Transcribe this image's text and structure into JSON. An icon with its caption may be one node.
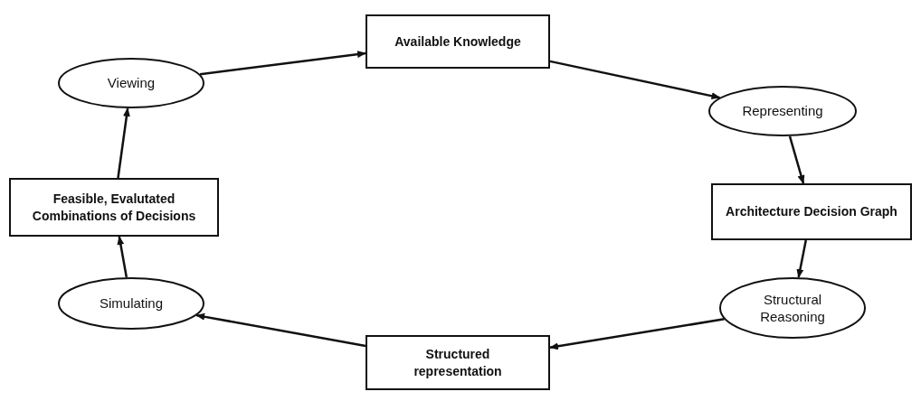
{
  "diagram": {
    "nodes": [
      {
        "text": [
          "Available Knowledge"
        ]
      },
      {
        "text": [
          "Representing"
        ]
      },
      {
        "text": [
          "Architecture Decision Graph"
        ]
      },
      {
        "text": [
          "Structural Reasoning"
        ]
      },
      {
        "text": [
          "Structured representation"
        ]
      },
      {
        "text": [
          "Simulating"
        ]
      },
      {
        "text": [
          "Feasible, Evalutated Combinations of Decisions"
        ]
      },
      {
        "text": [
          "Viewing"
        ]
      }
    ],
    "edges": [
      {
        "from": 7,
        "to": 0,
        "arrow": "to"
      },
      {
        "from": 0,
        "to": 1,
        "arrow": "to"
      },
      {
        "from": 1,
        "to": 2,
        "arrow": "to"
      },
      {
        "from": 2,
        "to": 3,
        "arrow": "to"
      },
      {
        "from": 3,
        "to": 4,
        "arrow": "to"
      },
      {
        "from": 4,
        "to": 5,
        "arrow": "to"
      },
      {
        "from": 5,
        "to": 6,
        "arrow": "to"
      },
      {
        "from": 6,
        "to": 7,
        "arrow": "to"
      }
    ]
  }
}
